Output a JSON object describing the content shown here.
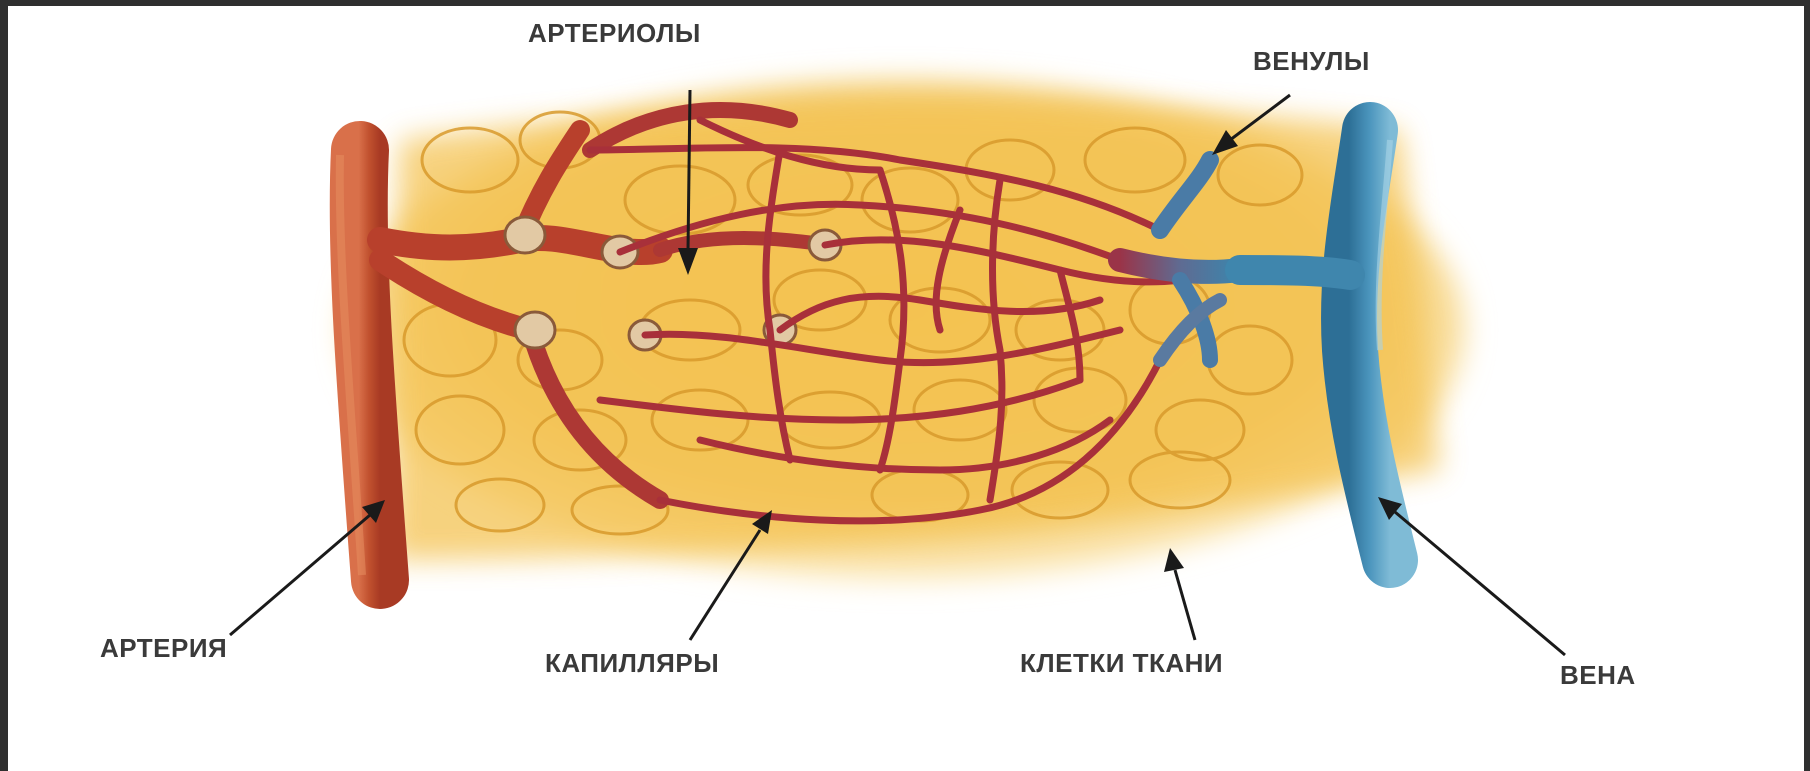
{
  "labels": {
    "arterioles": "АРТЕРИОЛЫ",
    "venules": "ВЕНУЛЫ",
    "artery": "АРТЕРИЯ",
    "capillaries": "КАПИЛЛЯРЫ",
    "tissue_cells": "КЛЕТКИ ТКАНИ",
    "vein": "ВЕНА"
  },
  "colors": {
    "tissue": "#f2c14e",
    "artery": "#b8402c",
    "capillary": "#a8303a",
    "vein": "#3f86ad",
    "arrow": "#1a1a1a"
  }
}
